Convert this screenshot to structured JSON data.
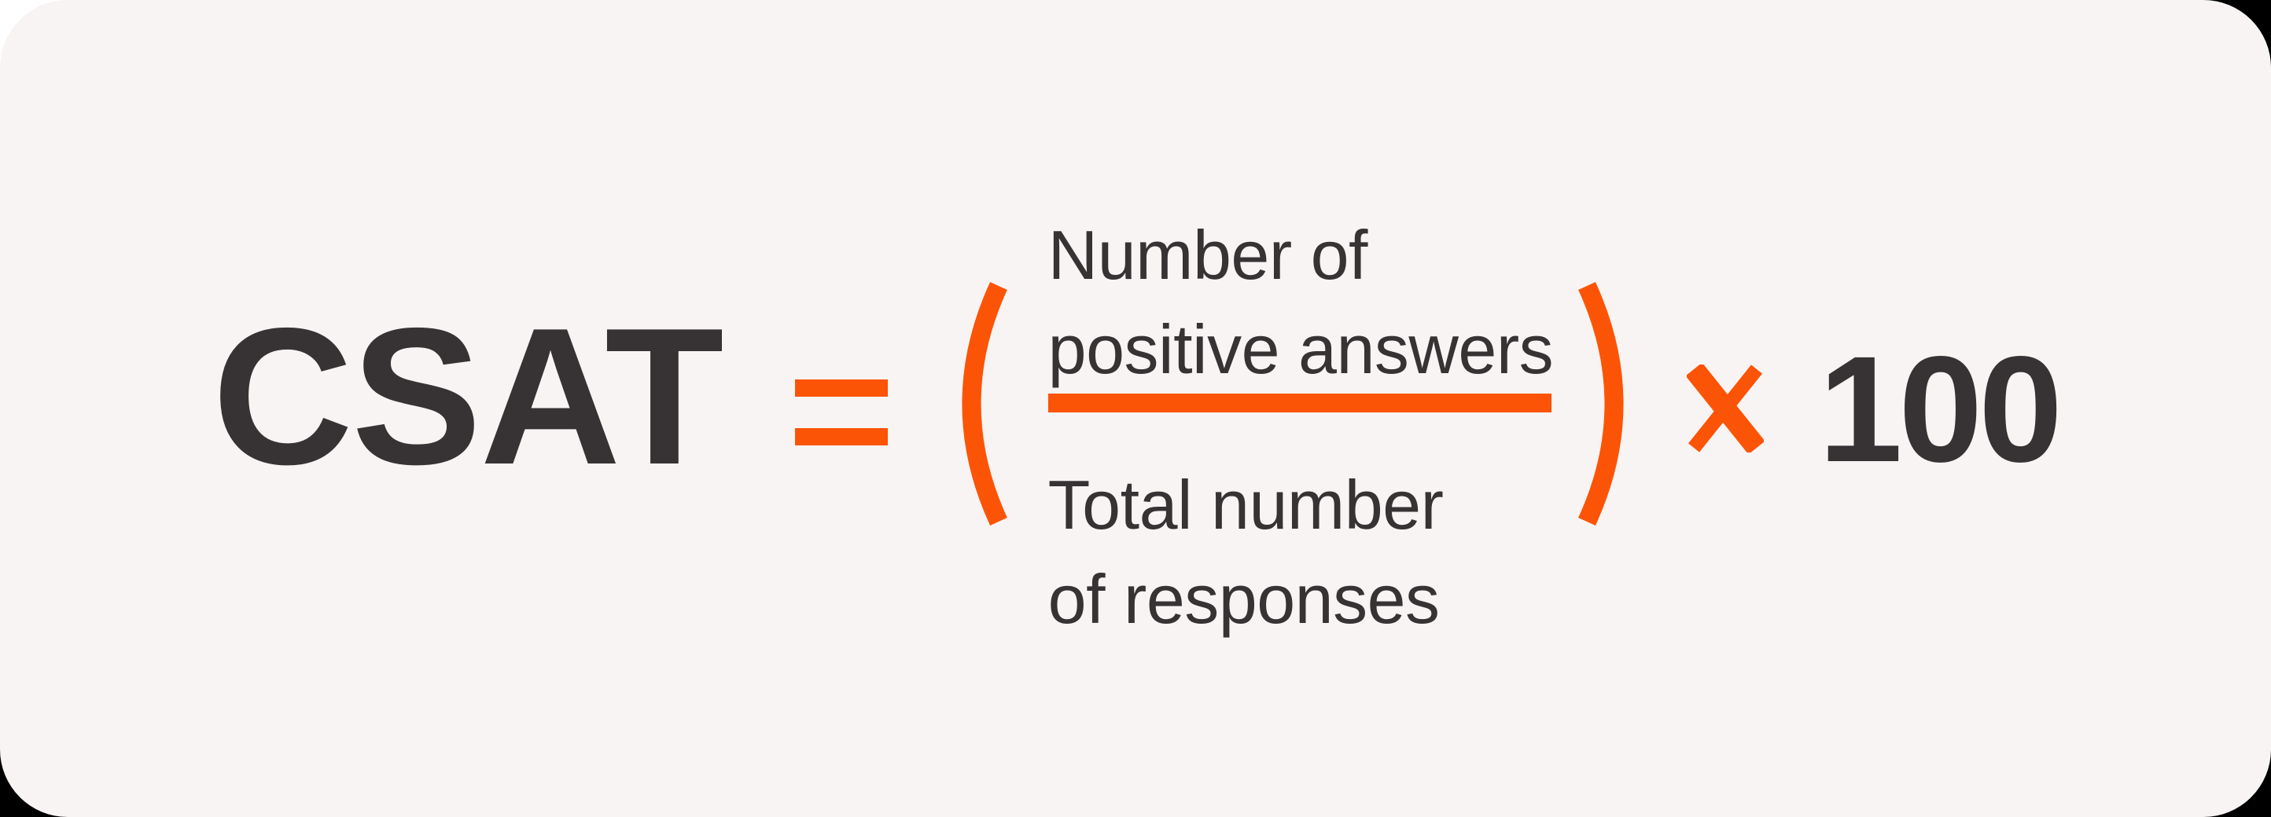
{
  "page": {
    "outer_background": "#000000",
    "corner_background": "#FFFFFF"
  },
  "card": {
    "background": "#F9F4F4"
  },
  "colors": {
    "accent": "#FC5406",
    "ink": "#373234",
    "card": "#F9F4F4"
  },
  "formula": {
    "lhs": "CSAT",
    "equals_sign": "=",
    "open_paren": "(",
    "close_paren": ")",
    "numerator": {
      "line1": "Number of",
      "line2": "positive answers"
    },
    "denominator": {
      "line1": "Total number",
      "line2": "of responses"
    },
    "multiply_sign": "x",
    "multiplier": "100"
  }
}
